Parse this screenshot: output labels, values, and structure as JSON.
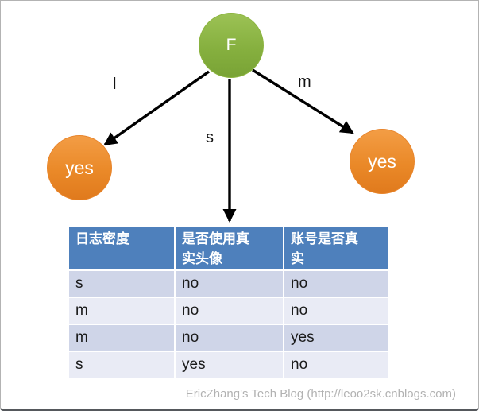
{
  "tree": {
    "root_label": "F",
    "edge_labels": {
      "left": "l",
      "middle": "s",
      "right": "m"
    },
    "left_leaf_label": "yes",
    "right_leaf_label": "yes"
  },
  "table": {
    "headers": [
      "日志密度",
      "是否使用真\n实头像",
      "账号是否真\n实"
    ],
    "rows": [
      [
        "s",
        "no",
        "no"
      ],
      [
        "m",
        "no",
        "no"
      ],
      [
        "m",
        "no",
        "yes"
      ],
      [
        "s",
        "yes",
        "no"
      ]
    ]
  },
  "watermark": "EricZhang's Tech Blog (http://leoo2sk.cnblogs.com)",
  "colors": {
    "root_node_green": "#8cb43f",
    "leaf_node_orange": "#e8852c",
    "table_header_bg": "#4e80bc",
    "table_row_odd_bg": "#cfd5e8",
    "table_row_even_bg": "#e9ebf5",
    "arrow": "#000000",
    "watermark_text": "#b2b2b2",
    "frame_border": "#b3b3b3",
    "frame_bottom_border": "#55585c"
  }
}
